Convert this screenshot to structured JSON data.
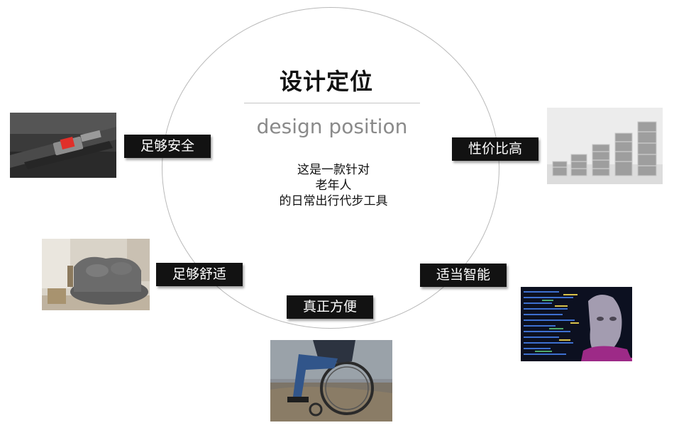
{
  "center": {
    "title": "设计定位",
    "subtitle": "design position",
    "description": [
      "这是一款针对",
      "老年人",
      "的日常出行代步工具"
    ]
  },
  "features": [
    {
      "label": "足够安全",
      "image": "seatbelt-photo"
    },
    {
      "label": "性价比高",
      "image": "coin-stacks-photo"
    },
    {
      "label": "足够舒适",
      "image": "armchair-photo"
    },
    {
      "label": "适当智能",
      "image": "ai-face-photo"
    },
    {
      "label": "真正方便",
      "image": "wheelchair-photo"
    }
  ],
  "colors": {
    "tag_bg": "#121212",
    "circle": "#b9b9b9",
    "subtitle": "#8a8a8a"
  }
}
